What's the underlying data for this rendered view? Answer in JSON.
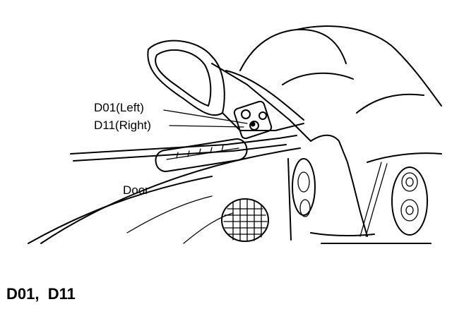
{
  "labels": {
    "connector_left": "D01(Left)",
    "connector_right": "D11(Right)",
    "door": "Door"
  },
  "caption": "D01,  D11"
}
